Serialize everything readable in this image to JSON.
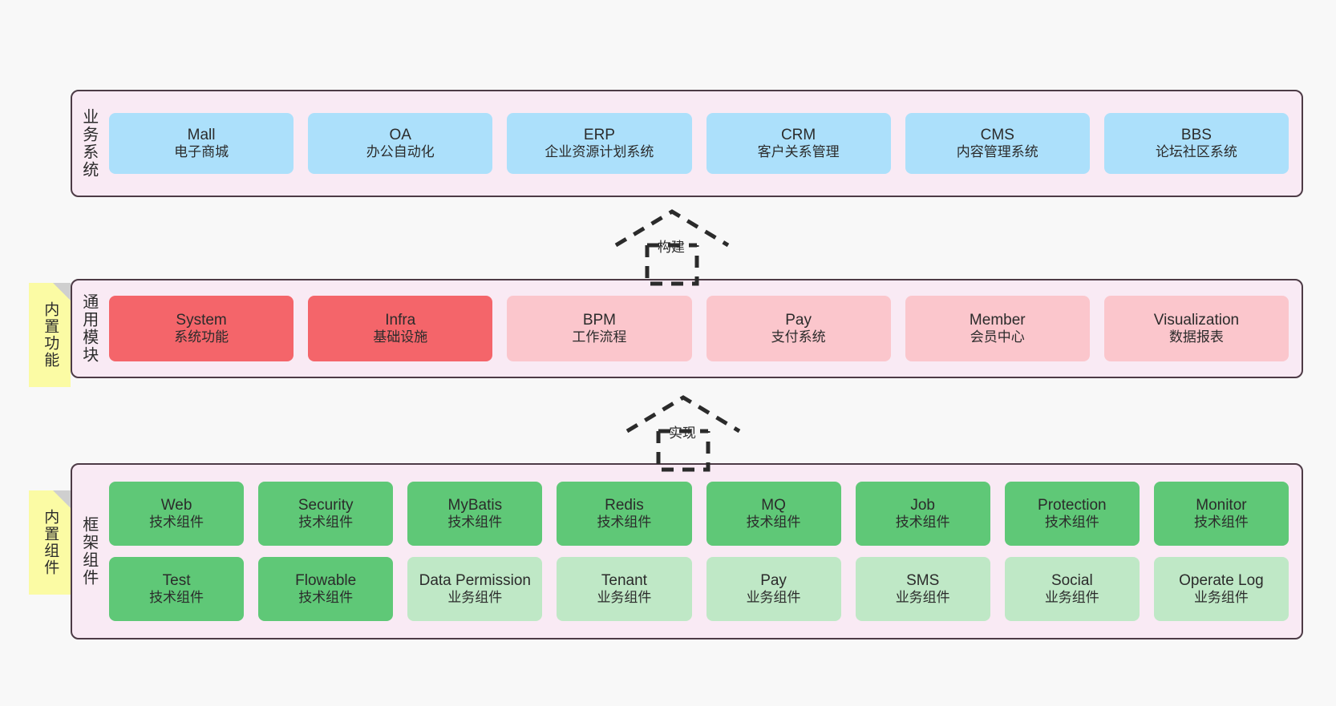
{
  "diagram": {
    "background": "#f8f8f8",
    "layer_fill": "#f9eaf4",
    "layer_stroke": "#4d3b46",
    "sticky_fill": "#fbfba4"
  },
  "layers": [
    {
      "id": "business-system",
      "title": "业务系统",
      "rows": [
        {
          "cards": [
            {
              "en": "Mall",
              "cn": "电子商城",
              "color": "#ace0fb",
              "style": "c-blue"
            },
            {
              "en": "OA",
              "cn": "办公自动化",
              "color": "#ace0fb",
              "style": "c-blue"
            },
            {
              "en": "ERP",
              "cn": "企业资源计划系统",
              "color": "#ace0fb",
              "style": "c-blue"
            },
            {
              "en": "CRM",
              "cn": "客户关系管理",
              "color": "#ace0fb",
              "style": "c-blue"
            },
            {
              "en": "CMS",
              "cn": "内容管理系统",
              "color": "#ace0fb",
              "style": "c-blue"
            },
            {
              "en": "BBS",
              "cn": "论坛社区系统",
              "color": "#ace0fb",
              "style": "c-blue"
            }
          ]
        }
      ]
    },
    {
      "id": "common-module",
      "title": "通用模块",
      "sticky": "内置功能",
      "rows": [
        {
          "cards": [
            {
              "en": "System",
              "cn": "系统功能",
              "color": "#f4656a",
              "style": "c-red"
            },
            {
              "en": "Infra",
              "cn": "基础设施",
              "color": "#f4656a",
              "style": "c-red"
            },
            {
              "en": "BPM",
              "cn": "工作流程",
              "color": "#fbc6cc",
              "style": "c-pink"
            },
            {
              "en": "Pay",
              "cn": "支付系统",
              "color": "#fbc6cc",
              "style": "c-pink"
            },
            {
              "en": "Member",
              "cn": "会员中心",
              "color": "#fbc6cc",
              "style": "c-pink"
            },
            {
              "en": "Visualization",
              "cn": "数据报表",
              "color": "#fbc6cc",
              "style": "c-pink"
            }
          ]
        }
      ]
    },
    {
      "id": "framework-component",
      "title": "框架组件",
      "sticky": "内置组件",
      "rows": [
        {
          "cards": [
            {
              "en": "Web",
              "cn": "技术组件",
              "color": "#5fc877",
              "style": "c-green"
            },
            {
              "en": "Security",
              "cn": "技术组件",
              "color": "#5fc877",
              "style": "c-green"
            },
            {
              "en": "MyBatis",
              "cn": "技术组件",
              "color": "#5fc877",
              "style": "c-green"
            },
            {
              "en": "Redis",
              "cn": "技术组件",
              "color": "#5fc877",
              "style": "c-green"
            },
            {
              "en": "MQ",
              "cn": "技术组件",
              "color": "#5fc877",
              "style": "c-green"
            },
            {
              "en": "Job",
              "cn": "技术组件",
              "color": "#5fc877",
              "style": "c-green"
            },
            {
              "en": "Protection",
              "cn": "技术组件",
              "color": "#5fc877",
              "style": "c-green"
            },
            {
              "en": "Monitor",
              "cn": "技术组件",
              "color": "#5fc877",
              "style": "c-green"
            }
          ]
        },
        {
          "cards": [
            {
              "en": "Test",
              "cn": "技术组件",
              "color": "#5fc877",
              "style": "c-green"
            },
            {
              "en": "Flowable",
              "cn": "技术组件",
              "color": "#5fc877",
              "style": "c-green"
            },
            {
              "en": "Data Permission",
              "cn": "业务组件",
              "color": "#bfe8c6",
              "style": "c-lgreen"
            },
            {
              "en": "Tenant",
              "cn": "业务组件",
              "color": "#bfe8c6",
              "style": "c-lgreen"
            },
            {
              "en": "Pay",
              "cn": "业务组件",
              "color": "#bfe8c6",
              "style": "c-lgreen"
            },
            {
              "en": "SMS",
              "cn": "业务组件",
              "color": "#bfe8c6",
              "style": "c-lgreen"
            },
            {
              "en": "Social",
              "cn": "业务组件",
              "color": "#bfe8c6",
              "style": "c-lgreen"
            },
            {
              "en": "Operate Log",
              "cn": "业务组件",
              "color": "#bfe8c6",
              "style": "c-lgreen"
            }
          ]
        }
      ]
    }
  ],
  "connectors": [
    {
      "id": "build",
      "label": "构建"
    },
    {
      "id": "implement",
      "label": "实现"
    }
  ]
}
